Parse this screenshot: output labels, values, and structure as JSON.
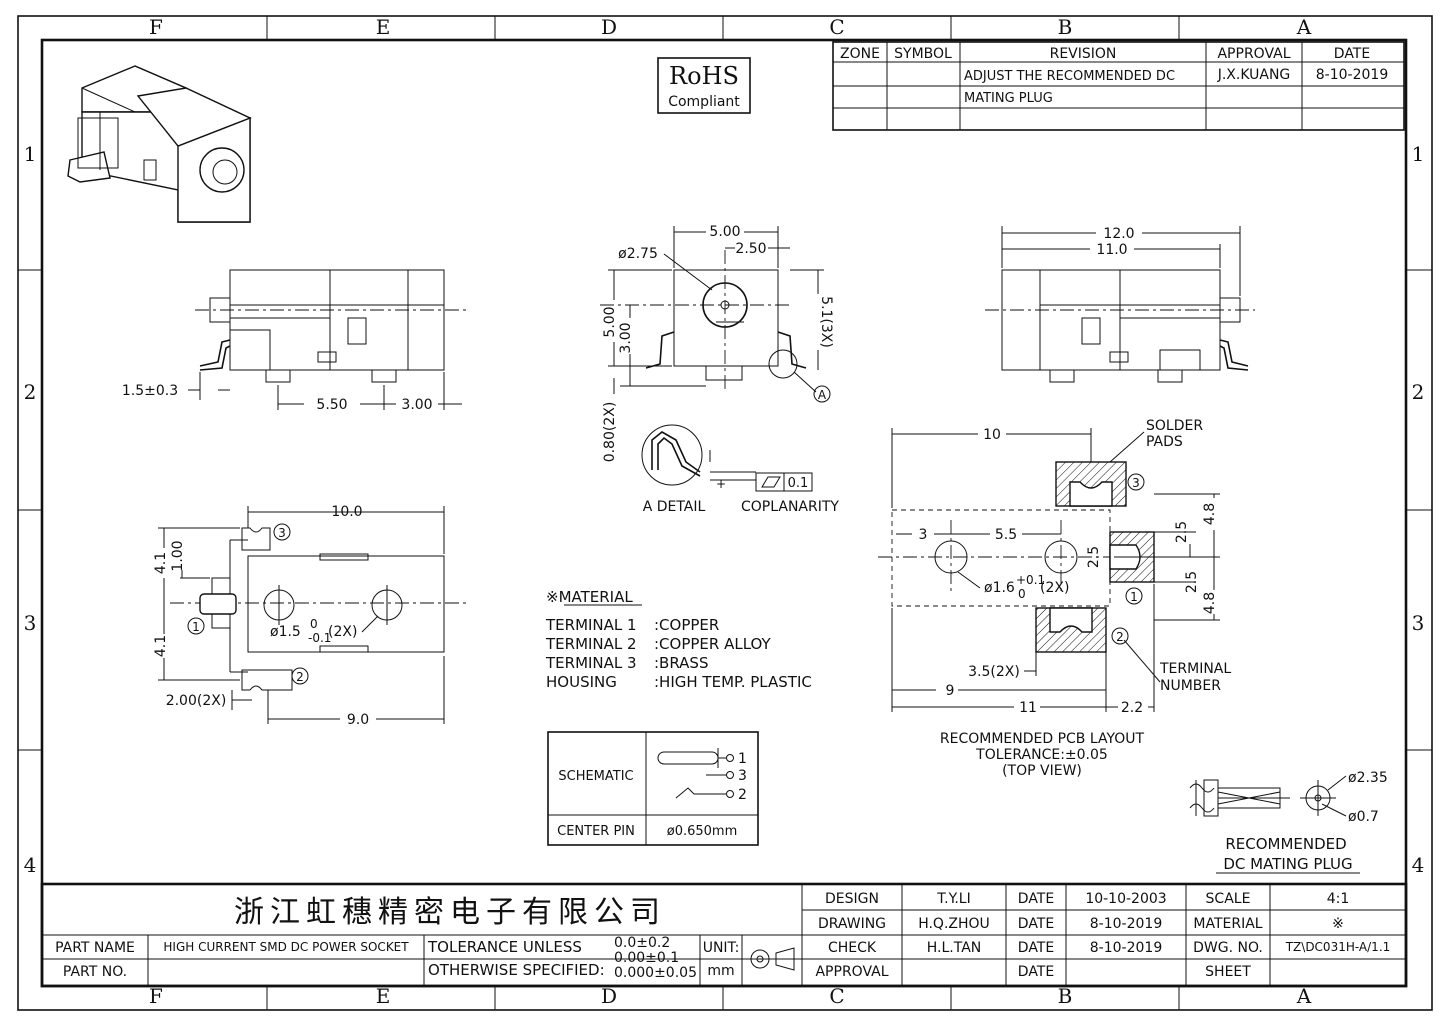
{
  "frame": {
    "columns": [
      "F",
      "E",
      "D",
      "C",
      "B",
      "A"
    ],
    "rows": [
      "1",
      "2",
      "3",
      "4"
    ]
  },
  "rohs": {
    "line1": "RoHS",
    "line2": "Compliant"
  },
  "revision_table": {
    "headers": [
      "ZONE",
      "SYMBOL",
      "REVISION",
      "APPROVAL",
      "DATE"
    ],
    "row": {
      "revision_line1": "ADJUST THE RECOMMENDED DC",
      "revision_line2": "MATING PLUG",
      "approval": "J.X.KUANG",
      "date": "8-10-2019"
    }
  },
  "side_view_left": {
    "dim_tab": "1.5±0.3",
    "dim_a": "5.50",
    "dim_b": "3.00"
  },
  "front_view": {
    "dim_width": "5.00",
    "dim_half": "2.50",
    "dim_hole": "ø2.75",
    "dim_height": "5.00",
    "dim_center": "3.00",
    "dim_right": "5.1(3X)",
    "dim_lead": "0.80(2X)",
    "callout": "A",
    "detail_label": "A DETAIL",
    "coplanarity_value": "0.1",
    "coplanarity_label": "COPLANARITY"
  },
  "side_view_right": {
    "dim_total": "12.0",
    "dim_body": "11.0"
  },
  "bottom_view": {
    "dim_length": "10.0",
    "dim_left_upper": "4.1",
    "dim_small": "1.00",
    "dim_left_lower": "4.1",
    "dim_hole": "ø1.5",
    "dim_hole_tol_upper": "0",
    "dim_hole_tol_lower": "-0.1",
    "dim_hole_qty": "(2X)",
    "dim_pad": "2.00(2X)",
    "dim_9": "9.0",
    "term1": "1",
    "term2": "2",
    "term3": "3"
  },
  "material": {
    "title": "※MATERIAL",
    "items": [
      {
        "part": "TERMINAL 1",
        "value": ":COPPER"
      },
      {
        "part": "TERMINAL 2",
        "value": ":COPPER ALLOY"
      },
      {
        "part": "TERMINAL 3",
        "value": ":BRASS"
      },
      {
        "part": "HOUSING",
        "value": ":HIGH TEMP. PLASTIC"
      }
    ]
  },
  "schematic_box": {
    "label": "SCHEMATIC",
    "pin1": "1",
    "pin3": "3",
    "pin2": "2",
    "center_pin_label": "CENTER PIN",
    "center_pin_value": "ø0.650mm"
  },
  "pcb_layout": {
    "solder_pads": "SOLDER",
    "solder_pads2": "PADS",
    "dim_10": "10",
    "dim_3": "3",
    "dim_55": "5.5",
    "dim_25a": "2.5",
    "dim_25b": "2.5",
    "dim_25c": "2.5",
    "dim_48a": "4.8",
    "dim_48b": "4.8",
    "hole": "ø1.6",
    "hole_tol_upper": "+0.1",
    "hole_tol_lower": "0",
    "hole_qty": "(2X)",
    "dim_35": "3.5(2X)",
    "dim_9": "9",
    "dim_11": "11",
    "dim_22": "2.2",
    "terminal_label1": "TERMINAL",
    "terminal_label2": "NUMBER",
    "caption1": "RECOMMENDED PCB LAYOUT",
    "caption2": "TOLERANCE:±0.05",
    "caption3": "(TOP VIEW)",
    "t1": "1",
    "t2": "2",
    "t3": "3"
  },
  "mating_plug": {
    "dim_outer": "ø2.35",
    "dim_inner": "ø0.7",
    "caption1": "RECOMMENDED",
    "caption2": "DC MATING PLUG"
  },
  "title_block": {
    "company": "浙江虹穗精密电子有限公司",
    "part_name_label": "PART NAME",
    "part_name": "HIGH CURRENT SMD DC POWER SOCKET",
    "part_no_label": "PART NO.",
    "tolerance_line1": "TOLERANCE UNLESS",
    "tolerance_line2": "OTHERWISE SPECIFIED:",
    "tol1": "0.0±0.2",
    "tol2": "0.00±0.1",
    "tol3": "0.000±0.05",
    "unit_label": "UNIT:",
    "unit_value": "mm",
    "design_label": "DESIGN",
    "design_name": "T.Y.LI",
    "design_date_label": "DATE",
    "design_date": "10-10-2003",
    "drawing_label": "DRAWING",
    "drawing_name": "H.Q.ZHOU",
    "drawing_date_label": "DATE",
    "drawing_date": "8-10-2019",
    "check_label": "CHECK",
    "check_name": "H.L.TAN",
    "check_date_label": "DATE",
    "check_date": "8-10-2019",
    "approval_label": "APPROVAL",
    "approval_date_label": "DATE",
    "scale_label": "SCALE",
    "scale_value": "4:1",
    "material_label": "MATERIAL",
    "material_value": "※",
    "dwg_label": "DWG. NO.",
    "dwg_value": "TZ\\DC031H-A/1.1",
    "sheet_label": "SHEET"
  }
}
